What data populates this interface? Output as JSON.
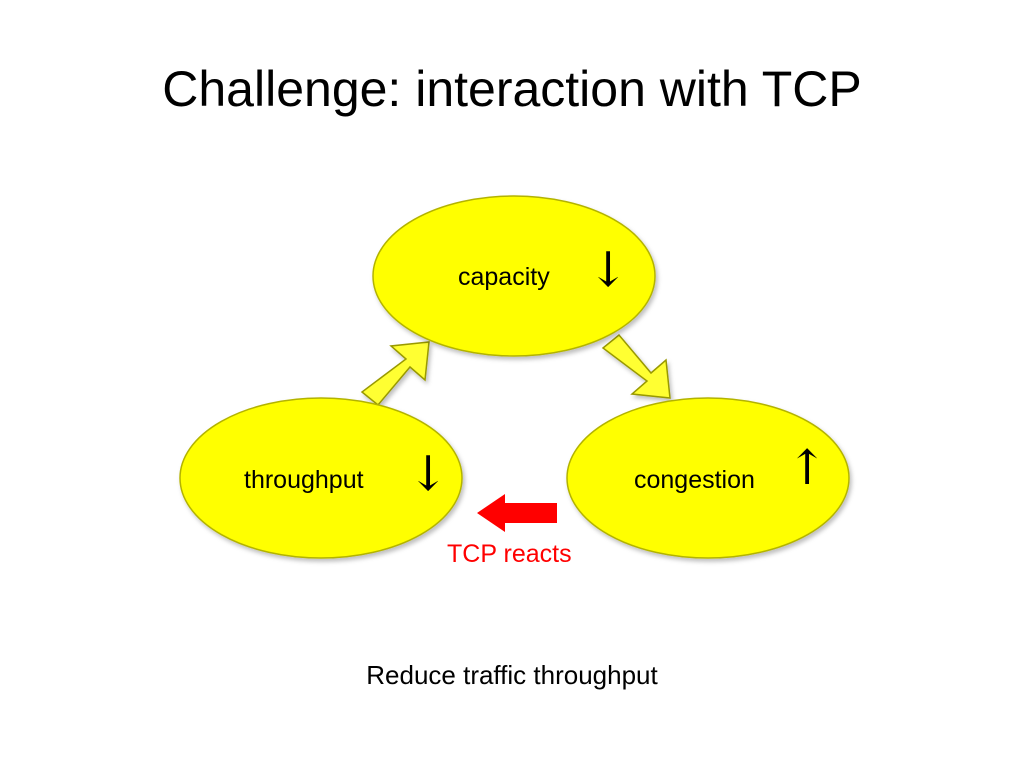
{
  "title": "Challenge: interaction with TCP",
  "nodes": {
    "capacity": {
      "label": "capacity",
      "trend_symbol": "↓"
    },
    "throughput": {
      "label": "throughput",
      "trend_symbol": "↓"
    },
    "congestion": {
      "label": "congestion",
      "trend_symbol": "↑"
    }
  },
  "reaction": {
    "label": "TCP reacts"
  },
  "caption": "Reduce traffic throughput",
  "colors": {
    "node_fill": "#ffff00",
    "node_stroke": "#b3b300",
    "block_arrow_fill": "#ffff33",
    "block_arrow_stroke": "#999900",
    "reaction_color": "#ff0000"
  }
}
